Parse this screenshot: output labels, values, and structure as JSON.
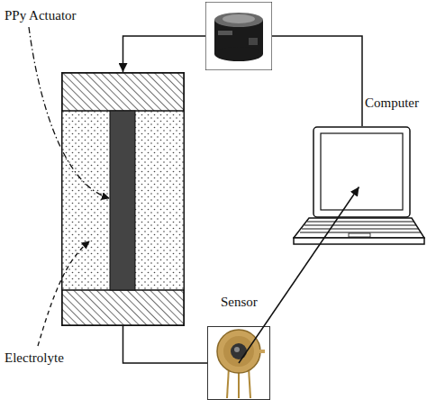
{
  "diagram": {
    "nodes": [
      {
        "text": [
          "PPy Actuator",
          "Electrolyte"
        ]
      },
      {
        "text": [
          "Computer"
        ]
      },
      {
        "text": [
          "Sensor"
        ]
      }
    ],
    "edges": [
      {
        "from": 0,
        "to": 2,
        "arrow": "none"
      },
      {
        "from": 2,
        "to": 1,
        "arrow": "to"
      },
      {
        "from": 1,
        "to": 0,
        "arrow": "to"
      }
    ]
  }
}
